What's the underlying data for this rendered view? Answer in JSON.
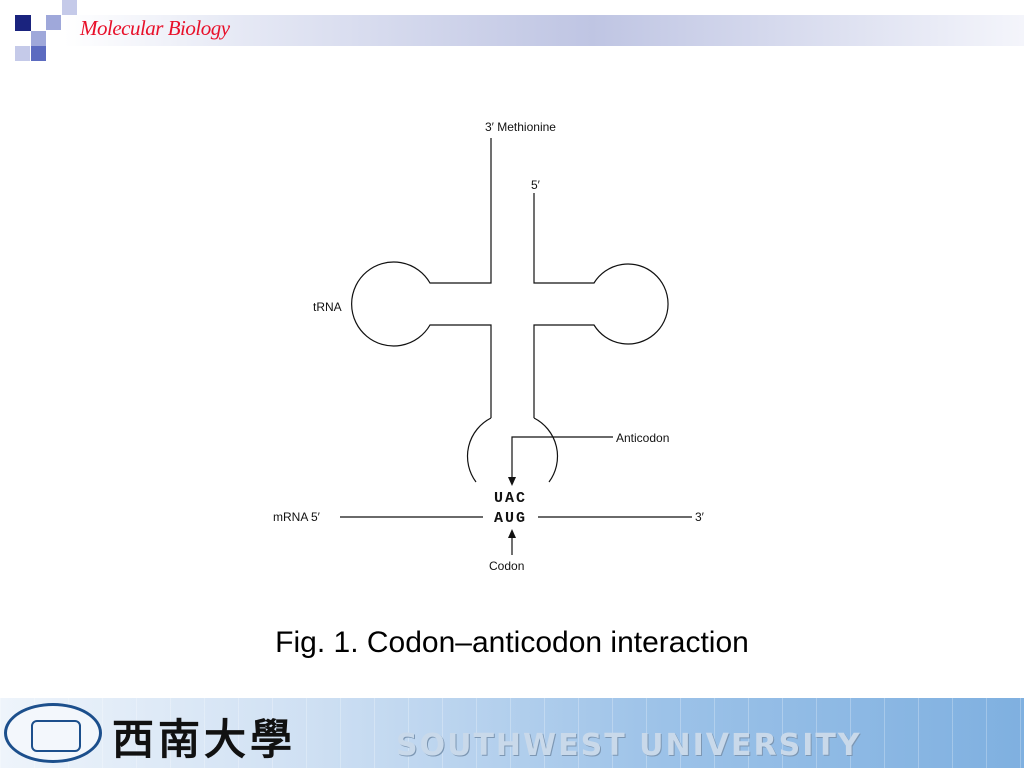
{
  "header": {
    "title": "Molecular Biology",
    "title_color": "#e8102a",
    "square_colors": [
      "#1a237e",
      "#9fa8da"
    ]
  },
  "diagram": {
    "labels": {
      "methionine": "3′ Methionine",
      "five_prime_top": "5′",
      "trna": "tRNA",
      "anticodon": "Anticodon",
      "mrna": "mRNA 5′",
      "three_prime_right": "3′",
      "codon": "Codon"
    },
    "anticodon_bases": "UAC",
    "codon_bases": "AUG"
  },
  "caption": "Fig. 1. Codon–anticodon interaction",
  "footer": {
    "chinese_name": "西南大學",
    "english_name": "SOUTHWEST UNIVERSITY",
    "seal_icon": "university-seal-icon"
  }
}
